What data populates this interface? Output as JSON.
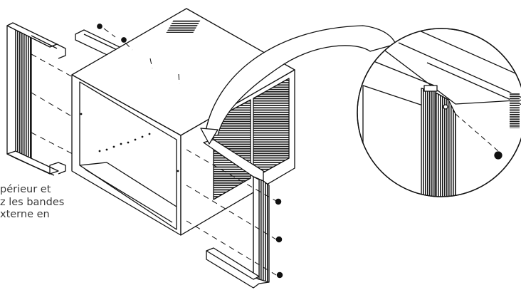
{
  "diagram": {
    "caption_lines": [
      "périeur et",
      "z les bandes",
      "xterne en"
    ],
    "colors": {
      "stroke": "#111111",
      "fill": "#ffffff",
      "grille": "#1a1a1a",
      "text": "#3a3a3a"
    }
  }
}
